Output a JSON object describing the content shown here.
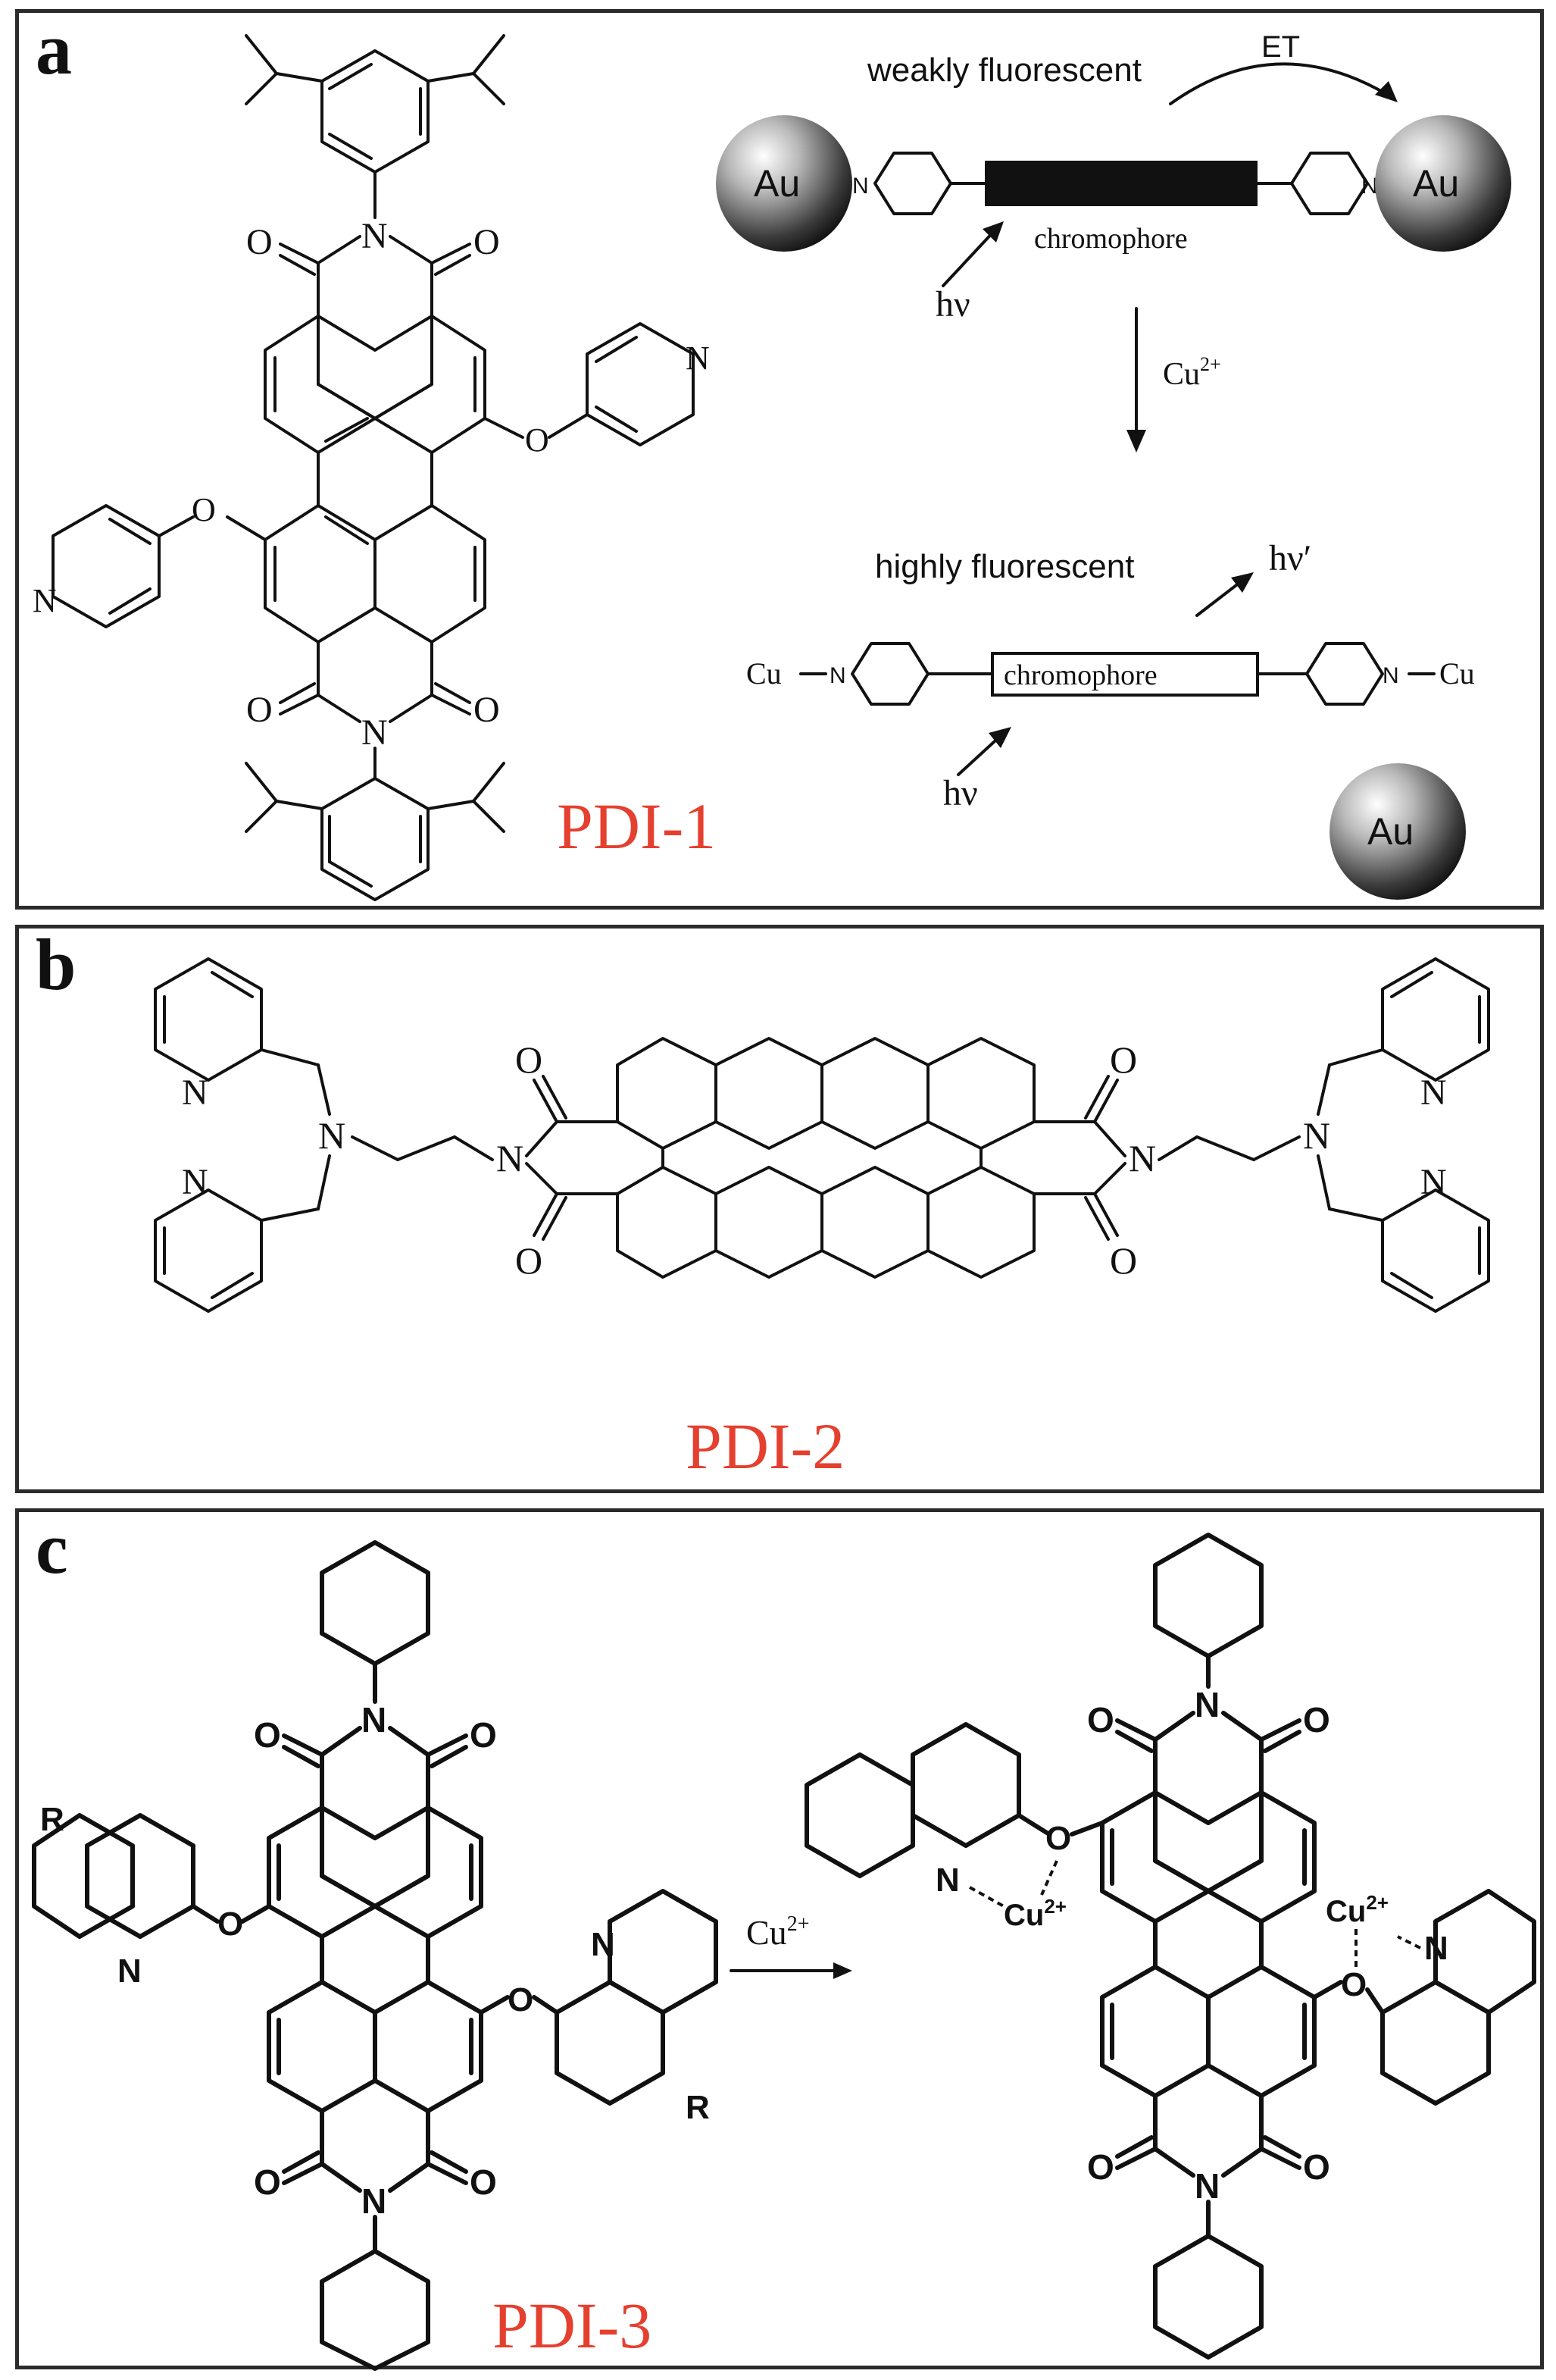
{
  "panels": {
    "a": {
      "letter": "a",
      "compound": "PDI-1",
      "schematic": {
        "top_caption": "weakly fluorescent",
        "et": "ET",
        "au": "Au",
        "chromophore": "chromophore",
        "hv": "hν",
        "hv_prime": "hν′",
        "ion": "Cu",
        "ion_charge": "2+",
        "bottom_caption": "highly fluorescent",
        "cu": "Cu",
        "n": "N"
      }
    },
    "b": {
      "letter": "b",
      "compound": "PDI-2"
    },
    "c": {
      "letter": "c",
      "compound": "PDI-3",
      "reagent": "Cu",
      "reagent_charge": "2+",
      "cu_complex": "Cu",
      "cu_charge": "2+",
      "r": "R"
    }
  },
  "atoms": {
    "N": "N",
    "O": "O"
  },
  "colors": {
    "label_red": "#e5402f",
    "ink": "#111111",
    "border": "#2b2b2b"
  }
}
